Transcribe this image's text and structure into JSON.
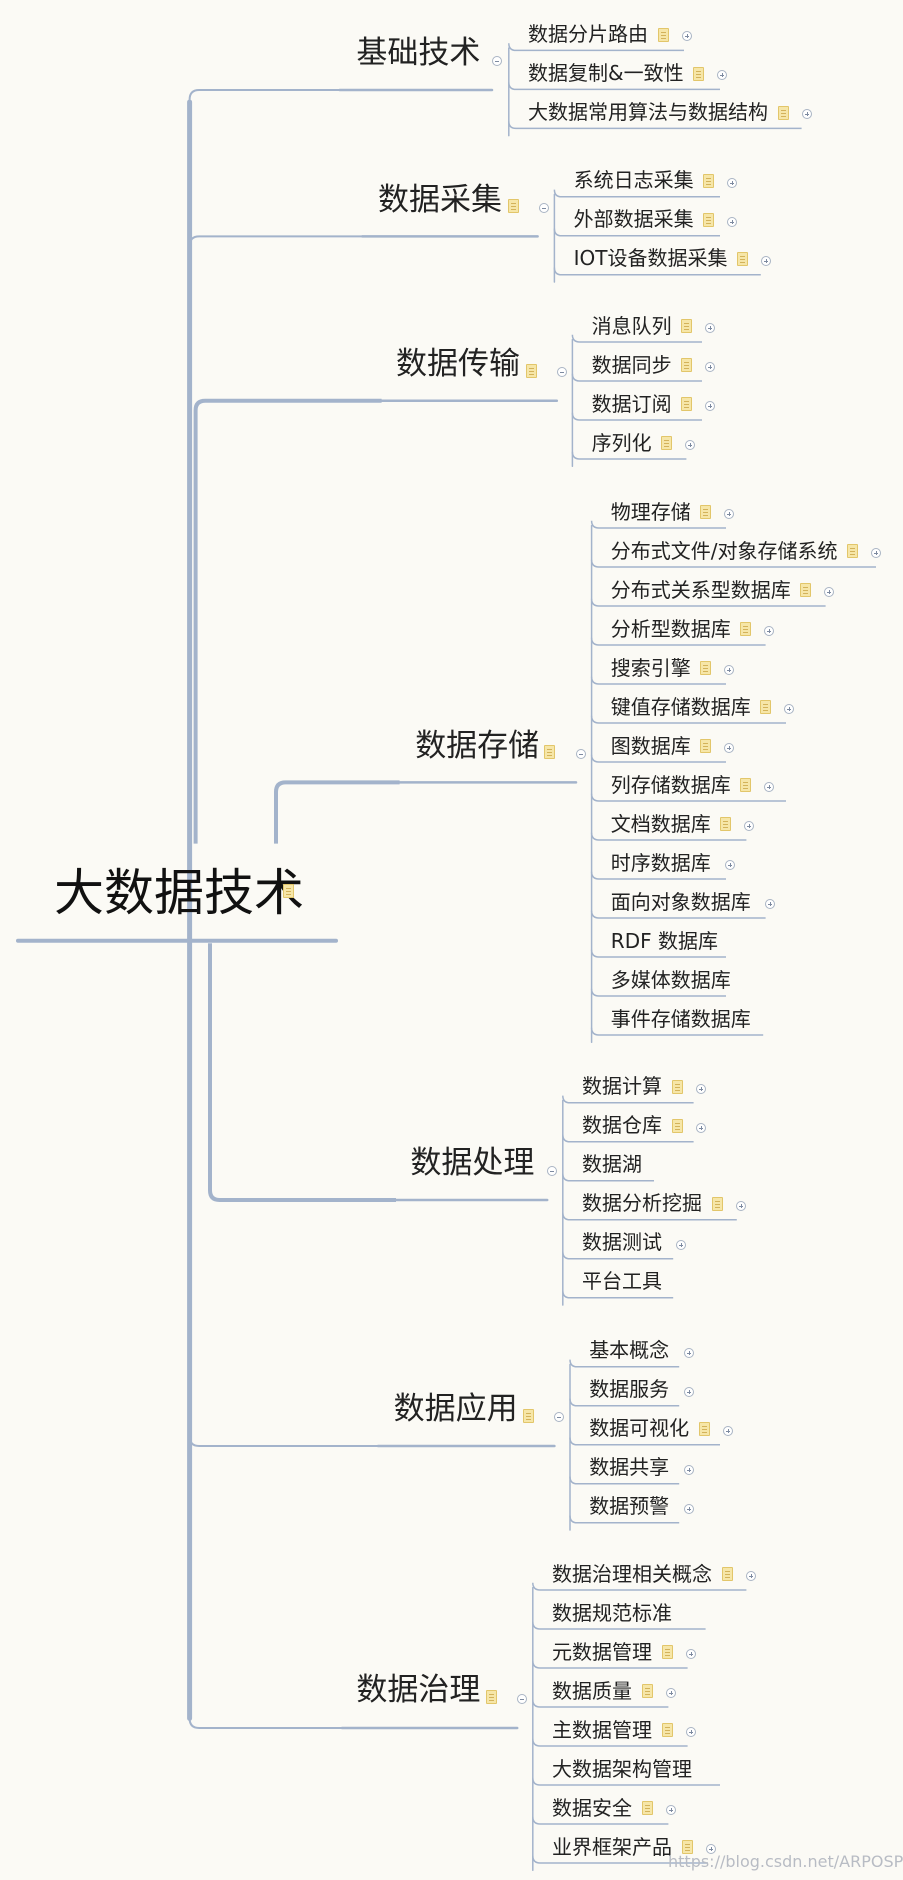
{
  "root": {
    "label": "大数据技术"
  },
  "branches": [
    {
      "id": "b0",
      "label": "基础技术",
      "children": [
        "数据分片路由",
        "数据复制&一致性",
        "大数据常用算法与数据结构"
      ]
    },
    {
      "id": "b1",
      "label": "数据采集",
      "children": [
        "系统日志采集",
        "外部数据采集",
        "IOT设备数据采集"
      ]
    },
    {
      "id": "b2",
      "label": "数据传输",
      "children": [
        "消息队列",
        "数据同步",
        "数据订阅",
        "序列化"
      ]
    },
    {
      "id": "b3",
      "label": "数据存储",
      "children": [
        "物理存储",
        "分布式文件/对象存储系统",
        "分布式关系型数据库",
        "分析型数据库",
        "搜索引擎",
        "键值存储数据库",
        "图数据库",
        "列存储数据库",
        "文档数据库",
        "时序数据库",
        "面向对象数据库",
        "RDF 数据库",
        "多媒体数据库",
        "事件存储数据库"
      ]
    },
    {
      "id": "b4",
      "label": "数据处理",
      "children": [
        "数据计算",
        "数据仓库",
        "数据湖",
        "数据分析挖掘",
        "数据测试",
        "平台工具"
      ]
    },
    {
      "id": "b5",
      "label": "数据应用",
      "children": [
        "基本概念",
        "数据服务",
        "数据可视化",
        "数据共享",
        "数据预警"
      ]
    },
    {
      "id": "b6",
      "label": "数据治理",
      "children": [
        "数据治理相关概念",
        "数据规范标准",
        "元数据管理",
        "数据质量",
        "主数据管理",
        "大数据架构管理",
        "数据安全",
        "业界框架产品"
      ]
    }
  ],
  "watermark": "https://blog.csdn.net/ARPOSPF",
  "colors": {
    "line": "#a3b3cb",
    "background": "#fbfaf5",
    "note": "#f6e6a8"
  }
}
